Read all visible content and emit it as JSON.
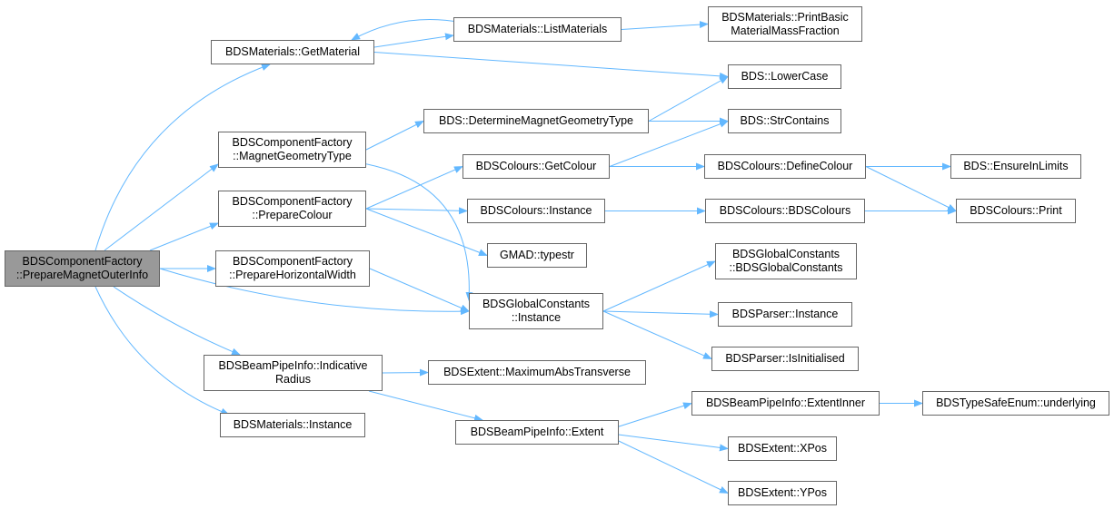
{
  "graph": {
    "edge_color": "#63b8ff",
    "node_border_color": "#666666",
    "root_fill_color": "#999999",
    "nodes": [
      {
        "id": "root",
        "label": "BDSComponentFactory\n::PrepareMagnetOuterInfo",
        "root": true
      },
      {
        "id": "getMaterial",
        "label": "BDSMaterials::GetMaterial"
      },
      {
        "id": "listMaterials",
        "label": "BDSMaterials::ListMaterials"
      },
      {
        "id": "printBasic",
        "label": "BDSMaterials::PrintBasic\nMaterialMassFraction"
      },
      {
        "id": "lowerCase",
        "label": "BDS::LowerCase"
      },
      {
        "id": "determineMag",
        "label": "BDS::DetermineMagnetGeometryType"
      },
      {
        "id": "strContains",
        "label": "BDS::StrContains"
      },
      {
        "id": "magGeomType",
        "label": "BDSComponentFactory\n::MagnetGeometryType"
      },
      {
        "id": "getColour",
        "label": "BDSColours::GetColour"
      },
      {
        "id": "defineColour",
        "label": "BDSColours::DefineColour"
      },
      {
        "id": "ensureInLimits",
        "label": "BDS::EnsureInLimits"
      },
      {
        "id": "prepareColour",
        "label": "BDSComponentFactory\n::PrepareColour"
      },
      {
        "id": "coloursInstance",
        "label": "BDSColours::Instance"
      },
      {
        "id": "bdsColours",
        "label": "BDSColours::BDSColours"
      },
      {
        "id": "coloursPrint",
        "label": "BDSColours::Print"
      },
      {
        "id": "typestr",
        "label": "GMAD::typestr"
      },
      {
        "id": "prepareHW",
        "label": "BDSComponentFactory\n::PrepareHorizontalWidth"
      },
      {
        "id": "gcCtor",
        "label": "BDSGlobalConstants\n::BDSGlobalConstants"
      },
      {
        "id": "gcInstance",
        "label": "BDSGlobalConstants\n::Instance"
      },
      {
        "id": "parserInstance",
        "label": "BDSParser::Instance"
      },
      {
        "id": "isInitialised",
        "label": "BDSParser::IsInitialised"
      },
      {
        "id": "indicativeRadius",
        "label": "BDSBeamPipeInfo::Indicative\nRadius"
      },
      {
        "id": "maxAbsTransverse",
        "label": "BDSExtent::MaximumAbsTransverse"
      },
      {
        "id": "extentInner",
        "label": "BDSBeamPipeInfo::ExtentInner"
      },
      {
        "id": "underlying",
        "label": "BDSTypeSafeEnum::underlying"
      },
      {
        "id": "materialsInstance",
        "label": "BDSMaterials::Instance"
      },
      {
        "id": "extent",
        "label": "BDSBeamPipeInfo::Extent"
      },
      {
        "id": "xpos",
        "label": "BDSExtent::XPos"
      },
      {
        "id": "ypos",
        "label": "BDSExtent::YPos"
      }
    ],
    "edges": [
      [
        "root",
        "getMaterial"
      ],
      [
        "root",
        "magGeomType"
      ],
      [
        "root",
        "prepareColour"
      ],
      [
        "root",
        "prepareHW"
      ],
      [
        "root",
        "gcInstance"
      ],
      [
        "root",
        "indicativeRadius"
      ],
      [
        "root",
        "materialsInstance"
      ],
      [
        "getMaterial",
        "listMaterials"
      ],
      [
        "getMaterial",
        "lowerCase"
      ],
      [
        "listMaterials",
        "getMaterial"
      ],
      [
        "listMaterials",
        "printBasic"
      ],
      [
        "magGeomType",
        "determineMag"
      ],
      [
        "magGeomType",
        "gcInstance"
      ],
      [
        "determineMag",
        "lowerCase"
      ],
      [
        "determineMag",
        "strContains"
      ],
      [
        "prepareColour",
        "getColour"
      ],
      [
        "prepareColour",
        "coloursInstance"
      ],
      [
        "prepareColour",
        "typestr"
      ],
      [
        "getColour",
        "strContains"
      ],
      [
        "getColour",
        "defineColour"
      ],
      [
        "defineColour",
        "ensureInLimits"
      ],
      [
        "defineColour",
        "coloursPrint"
      ],
      [
        "coloursInstance",
        "bdsColours"
      ],
      [
        "bdsColours",
        "coloursPrint"
      ],
      [
        "prepareHW",
        "gcInstance"
      ],
      [
        "gcInstance",
        "gcCtor"
      ],
      [
        "gcInstance",
        "parserInstance"
      ],
      [
        "gcInstance",
        "isInitialised"
      ],
      [
        "indicativeRadius",
        "maxAbsTransverse"
      ],
      [
        "indicativeRadius",
        "extent"
      ],
      [
        "extent",
        "extentInner"
      ],
      [
        "extent",
        "xpos"
      ],
      [
        "extent",
        "ypos"
      ],
      [
        "extentInner",
        "underlying"
      ]
    ]
  }
}
